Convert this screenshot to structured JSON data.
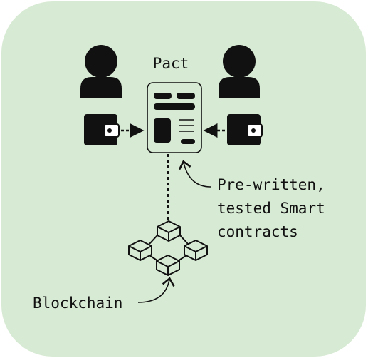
{
  "diagram": {
    "title": "Pact",
    "annotation": {
      "line1": "Pre-written,",
      "line2": "tested Smart",
      "line3": "contracts"
    },
    "blockchain_label": "Blockchain"
  },
  "colors": {
    "background": "#d7ead3",
    "ink": "#111111"
  }
}
